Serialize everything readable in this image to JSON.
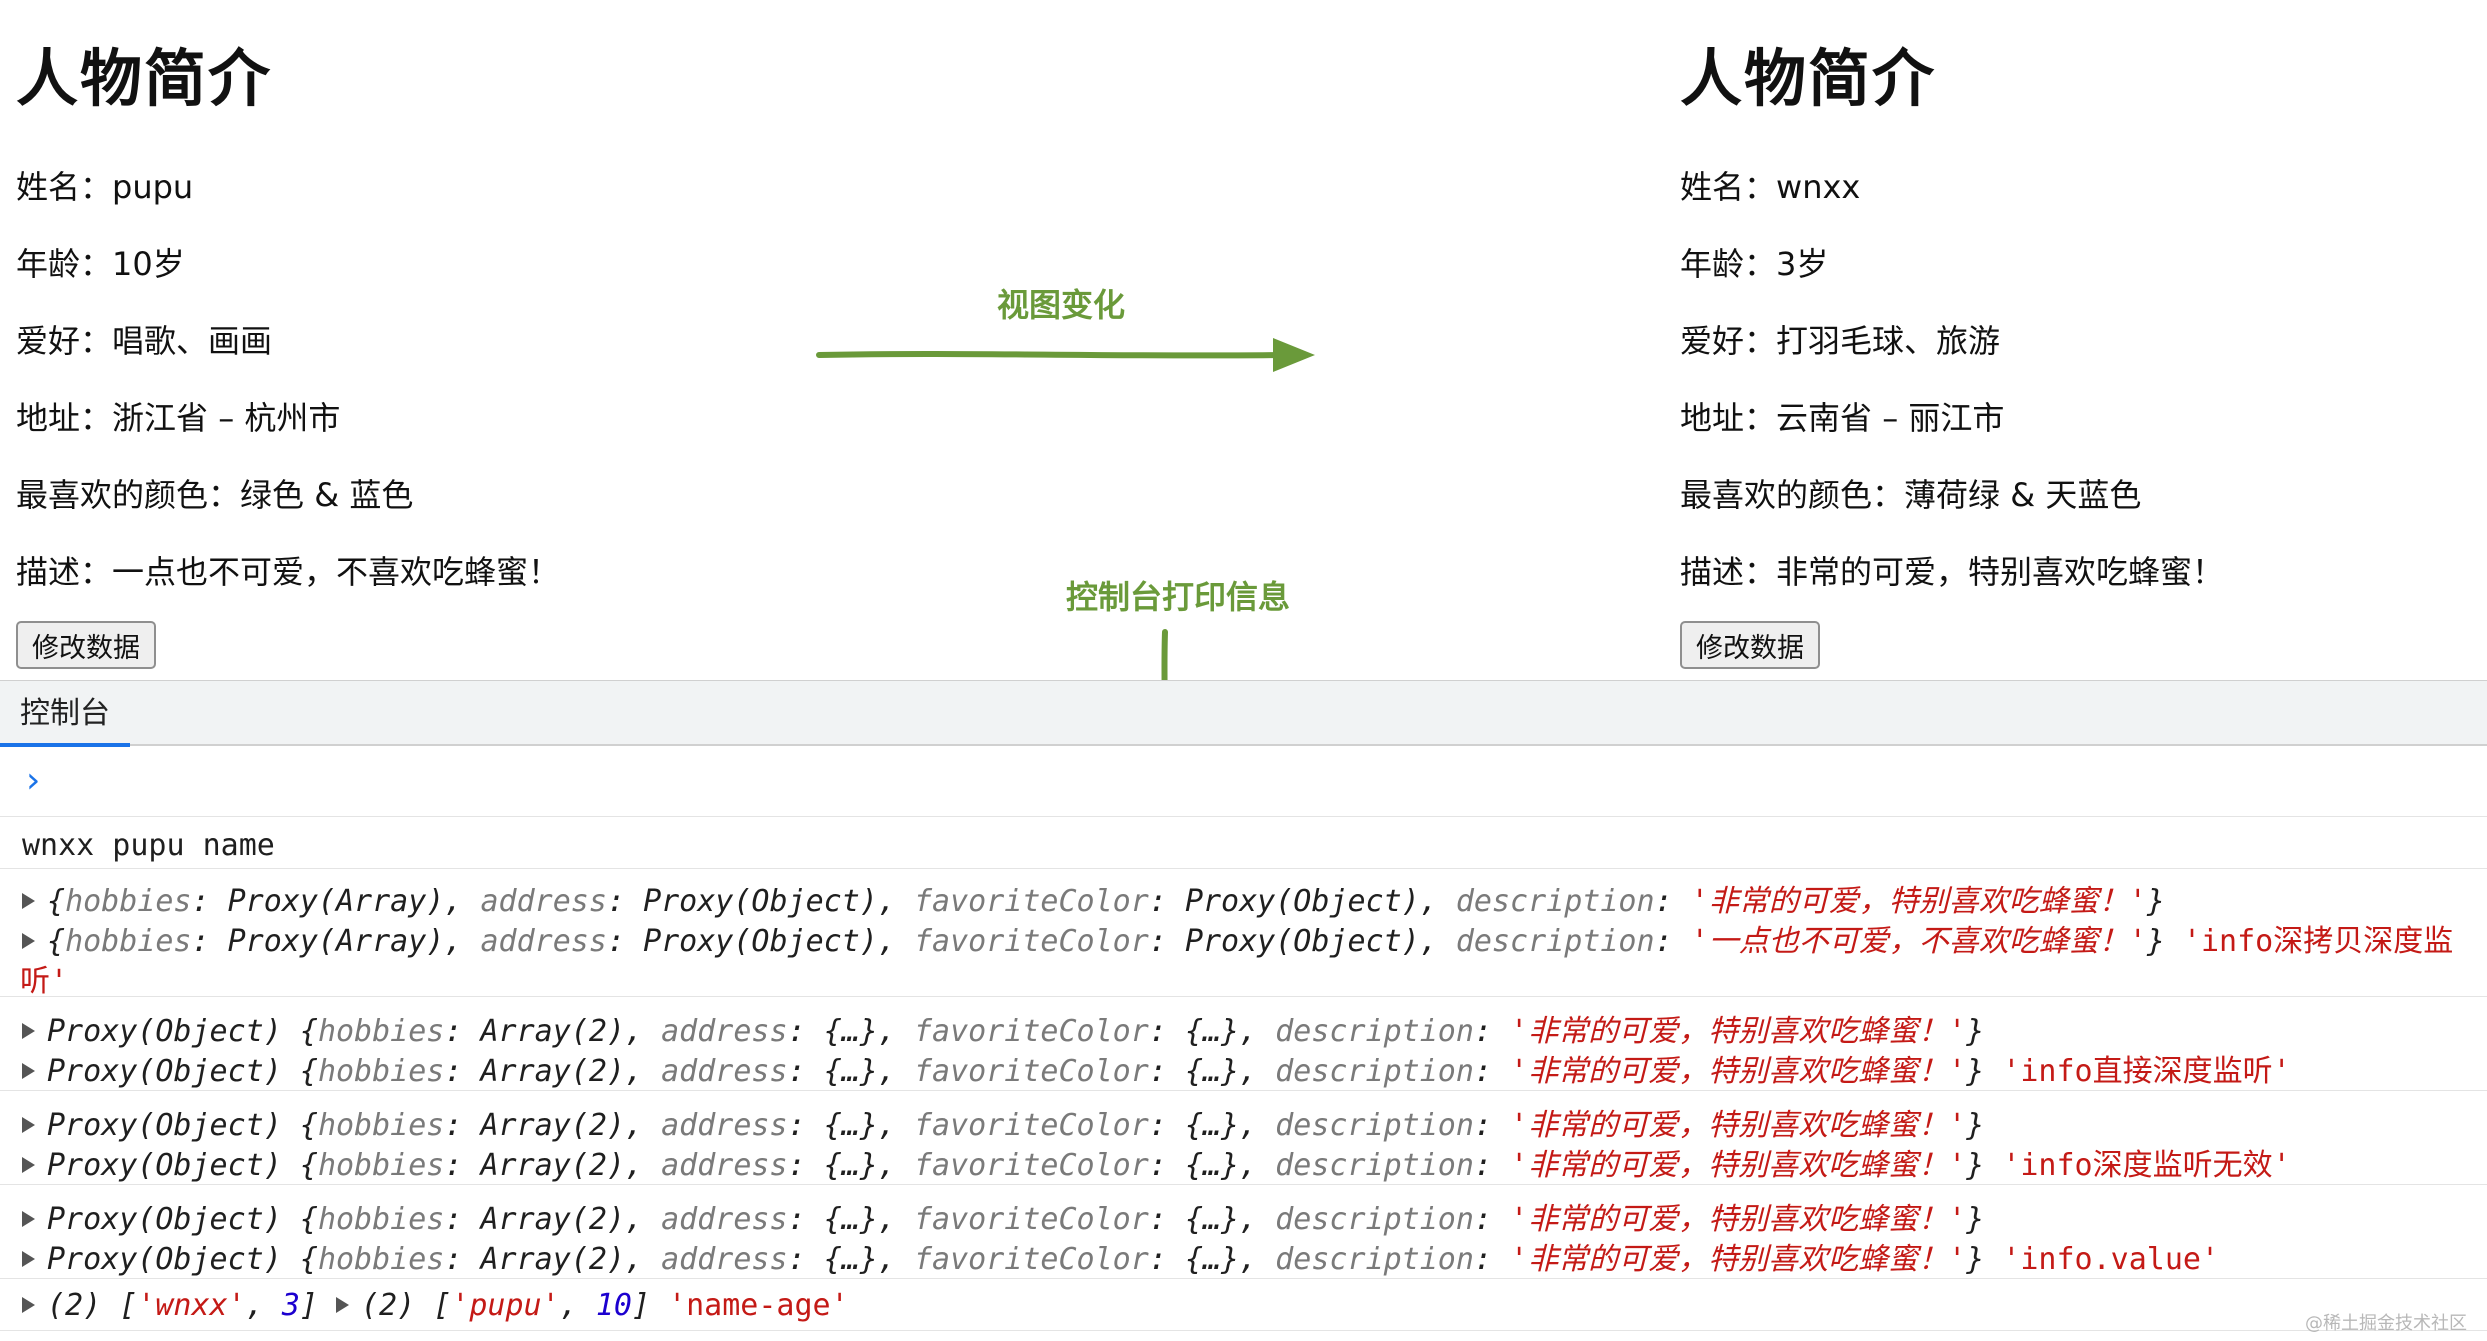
{
  "left_profile": {
    "title": "人物简介",
    "name_label": "姓名：",
    "name": "pupu",
    "age_label": "年龄：",
    "age": "10岁",
    "hobby_label": "爱好：",
    "hobby": "唱歌、画画",
    "address_label": "地址：",
    "address": "浙江省 – 杭州市",
    "color_label": "最喜欢的颜色：",
    "color": "绿色 & 蓝色",
    "desc_label": "描述：",
    "desc": "一点也不可爱，不喜欢吃蜂蜜！",
    "button": "修改数据"
  },
  "right_profile": {
    "title": "人物简介",
    "name_label": "姓名：",
    "name": "wnxx",
    "age_label": "年龄：",
    "age": "3岁",
    "hobby_label": "爱好：",
    "hobby": "打羽毛球、旅游",
    "address_label": "地址：",
    "address": "云南省 – 丽江市",
    "color_label": "最喜欢的颜色：",
    "color": "薄荷绿 & 天蓝色",
    "desc_label": "描述：",
    "desc": "非常的可爱，特别喜欢吃蜂蜜！",
    "button": "修改数据"
  },
  "annotations": {
    "view_change": "视图变化",
    "console_print": "控制台打印信息",
    "color": "#6a9a3a"
  },
  "devtools": {
    "tab": "控制台",
    "prompt": "›",
    "line1": "wnxx pupu name",
    "k_hobbies": "hobbies",
    "k_address": "address",
    "k_fav": "favoriteColor",
    "k_desc": "description",
    "proxy_array": "Proxy(Array)",
    "proxy_object": "Proxy(Object)",
    "array2": "Array(2)",
    "obj_ellipsis": "{…}",
    "desc_new": "'非常的可爱，特别喜欢吃蜂蜜！'",
    "desc_old": "'一点也不可爱，不喜欢吃蜂蜜！'",
    "tag_deep_copy_1": "'info深拷贝深度监",
    "tag_deep_copy_2": "听'",
    "tag_direct": "'info直接深度监听'",
    "tag_invalid": "'info深度监听无效'",
    "tag_value": "'info.value'",
    "arr_len": "(2)",
    "arr1_s": "'wnxx'",
    "arr1_n": "3",
    "arr2_s": "'pupu'",
    "arr2_n": "10",
    "tag_name_age": "'name-age'"
  },
  "watermark": "@稀土掘金技术社区"
}
